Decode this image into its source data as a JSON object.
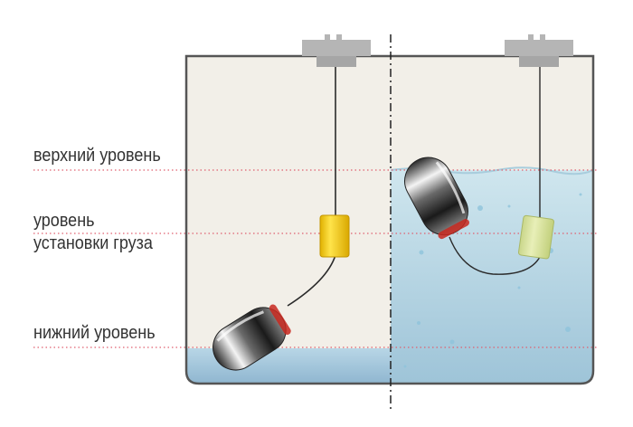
{
  "labels": {
    "upper_level": "верхний уровень",
    "weight_level_line1": "уровень",
    "weight_level_line2": "установки груза",
    "lower_level": "нижний уровень"
  },
  "colors": {
    "tank_outline": "#555555",
    "tank_empty": "#f2efe8",
    "water": "#b5d7e3",
    "level_line": "#e06070",
    "weight": "#f5c915",
    "weight_submerged": "#d8e3a4",
    "mount": "#b5b5b5",
    "divider": "#222222"
  }
}
